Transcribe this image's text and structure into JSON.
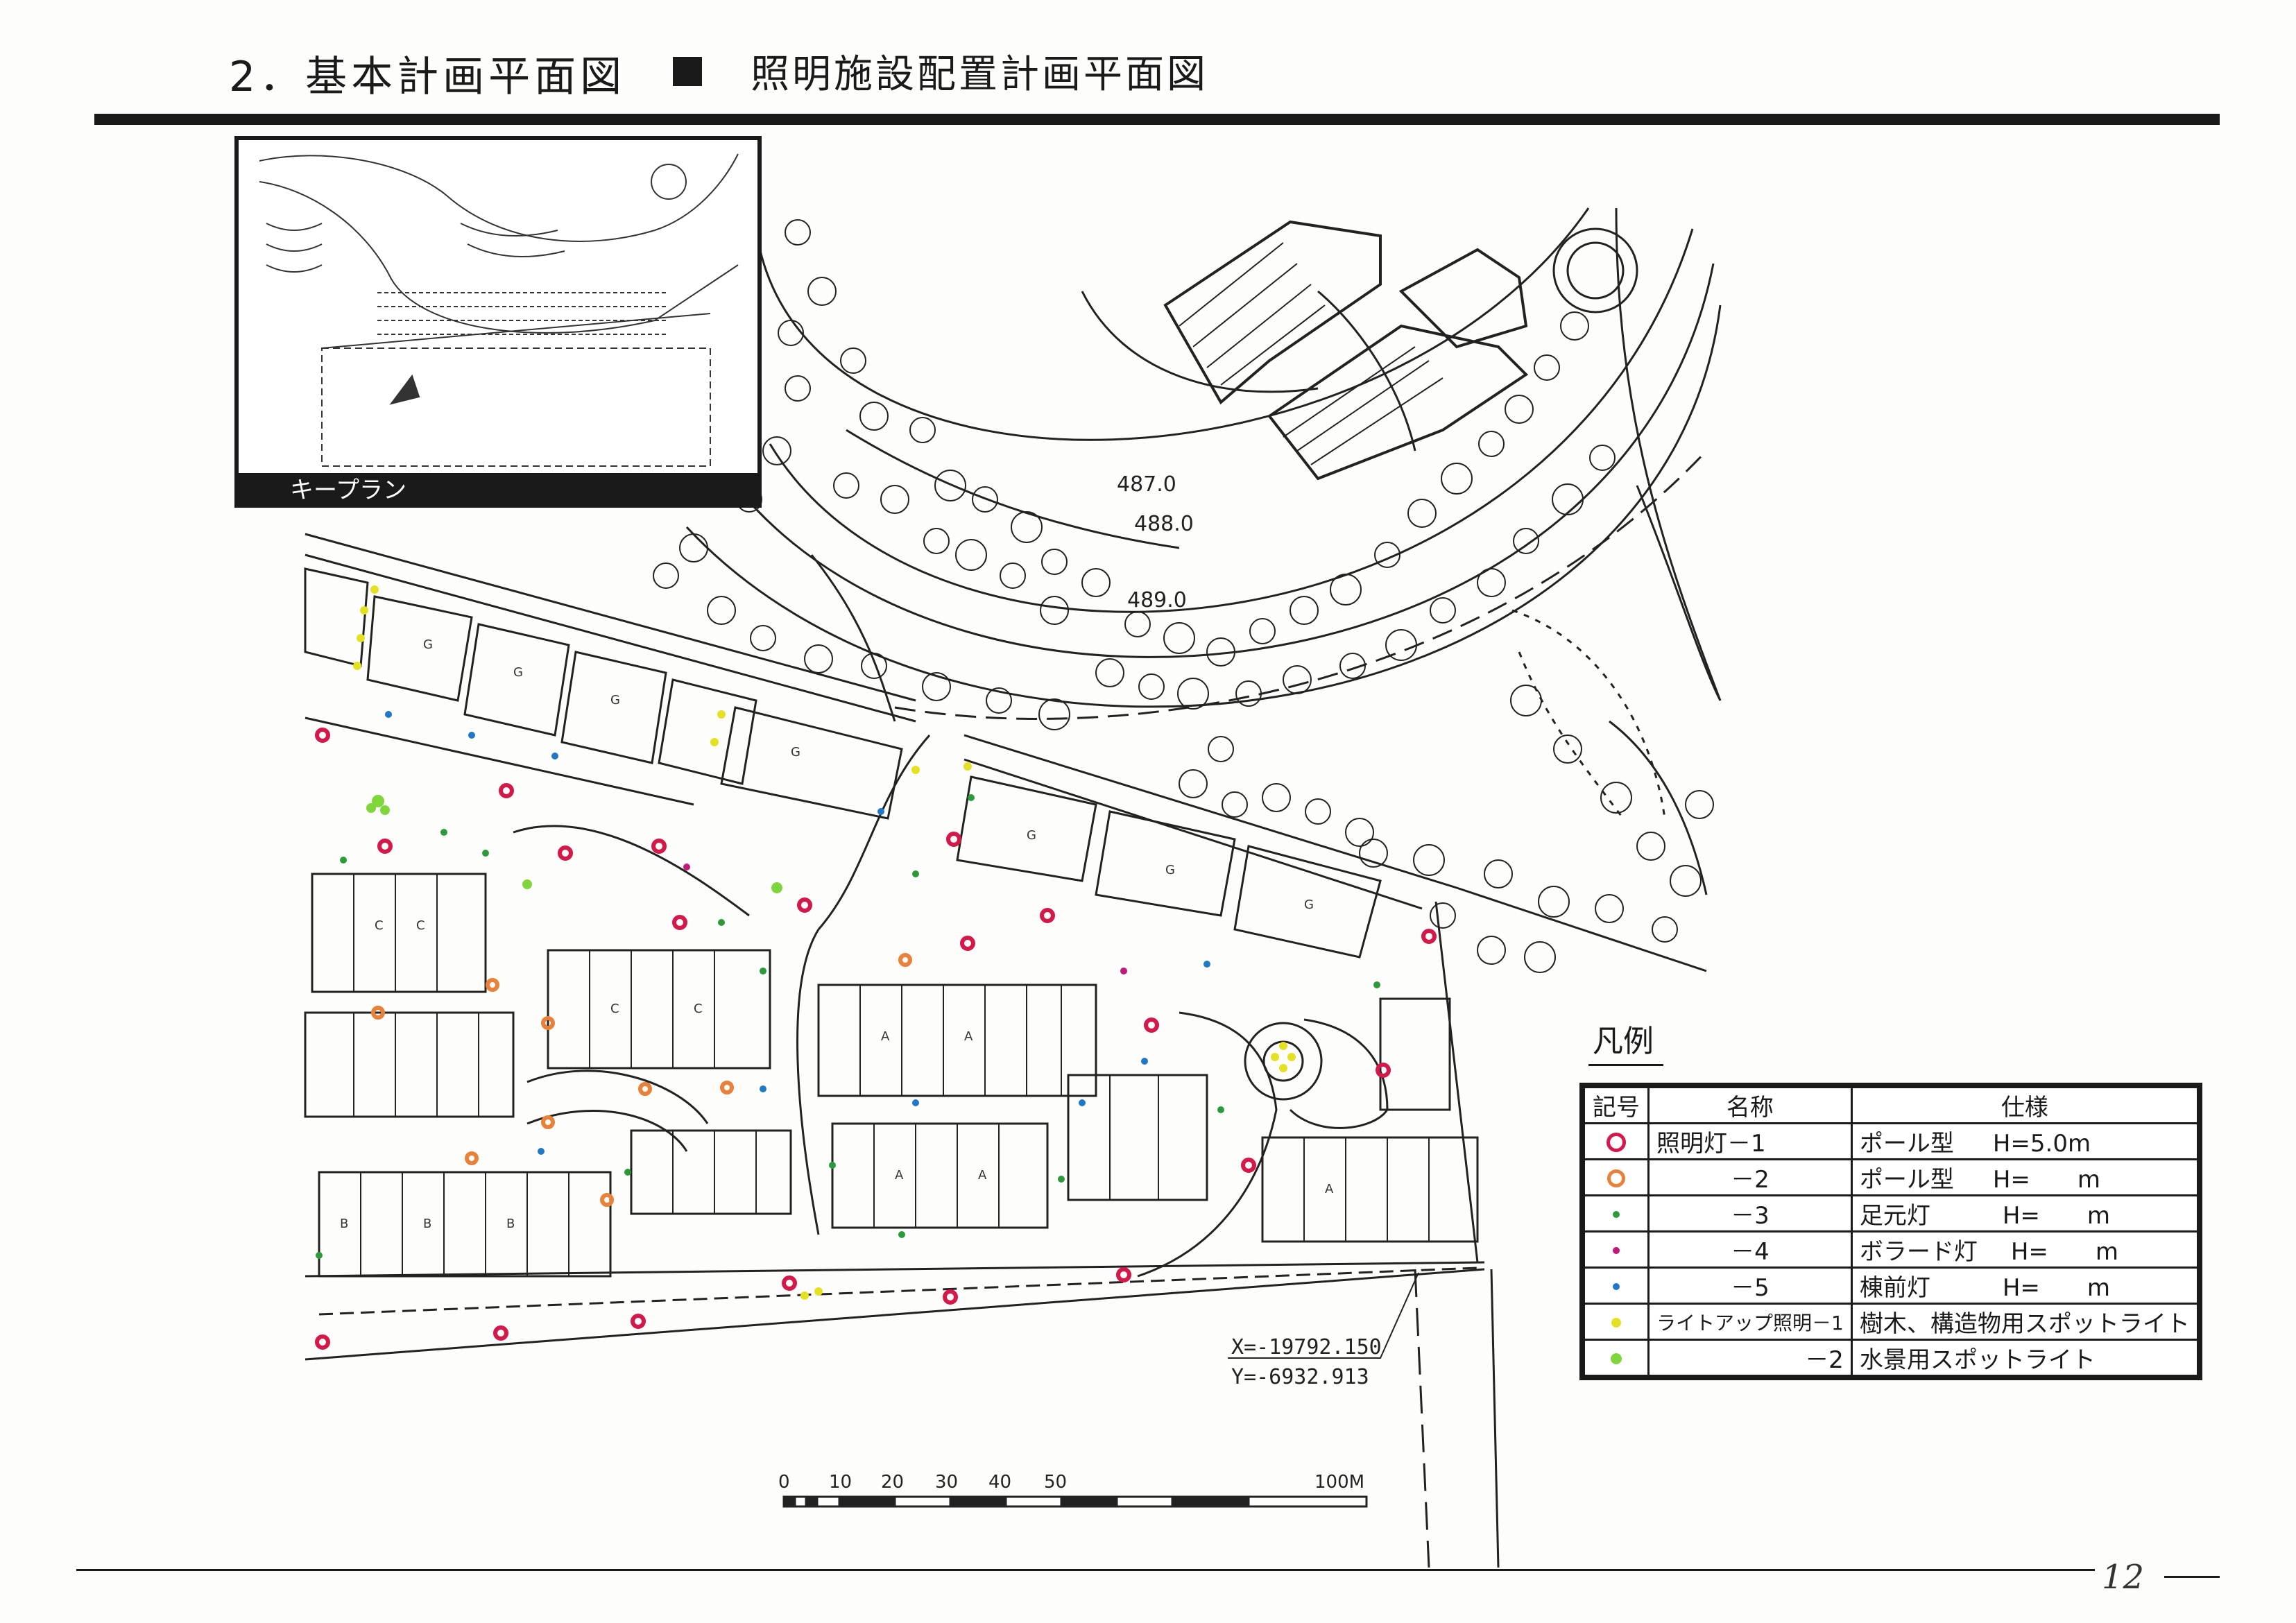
{
  "header": {
    "title": "2．基本計画平面図",
    "subtitle": "照明施設配置計画平面図"
  },
  "keyplan": {
    "label": "キープラン"
  },
  "plan": {
    "contours": [
      "487.0",
      "488.0",
      "489.0"
    ],
    "coordinate_x": "X=-19792.150",
    "coordinate_y": "Y=-6932.913",
    "scale_labels": [
      "0",
      "10",
      "20",
      "30",
      "40",
      "50",
      "100M"
    ],
    "unit_letters": [
      "G",
      "C",
      "A",
      "B"
    ]
  },
  "legend": {
    "heading": "凡例",
    "columns": [
      "記号",
      "名称",
      "仕様"
    ],
    "rows": [
      {
        "symbol": "red-ring-icon",
        "color": "#d4184a",
        "name": "照明灯－1",
        "spec_type": "ポール型",
        "spec_h": "H=5.0m"
      },
      {
        "symbol": "orange-ring-icon",
        "color": "#e8823a",
        "name": "－2",
        "spec_type": "ポール型",
        "spec_h": "H=　　m"
      },
      {
        "symbol": "green-dot-icon",
        "color": "#2c9a3a",
        "name": "－3",
        "spec_type": "足元灯",
        "spec_h": "H=　　m"
      },
      {
        "symbol": "magenta-dot-icon",
        "color": "#c2187a",
        "name": "－4",
        "spec_type": "ボラード灯",
        "spec_h": "H=　　m"
      },
      {
        "symbol": "blue-dot-icon",
        "color": "#1f78c8",
        "name": "－5",
        "spec_type": "棟前灯",
        "spec_h": "H=　　m"
      },
      {
        "symbol": "yellow-dot-icon",
        "color": "#e4e022",
        "name": "ライトアップ照明－1",
        "spec_type": "樹木、構造物用スポットライト",
        "spec_h": ""
      },
      {
        "symbol": "lime-dot-icon",
        "color": "#7ed63a",
        "name": "－2",
        "spec_type": "水景用スポットライト",
        "spec_h": ""
      }
    ]
  },
  "page_number": "12"
}
